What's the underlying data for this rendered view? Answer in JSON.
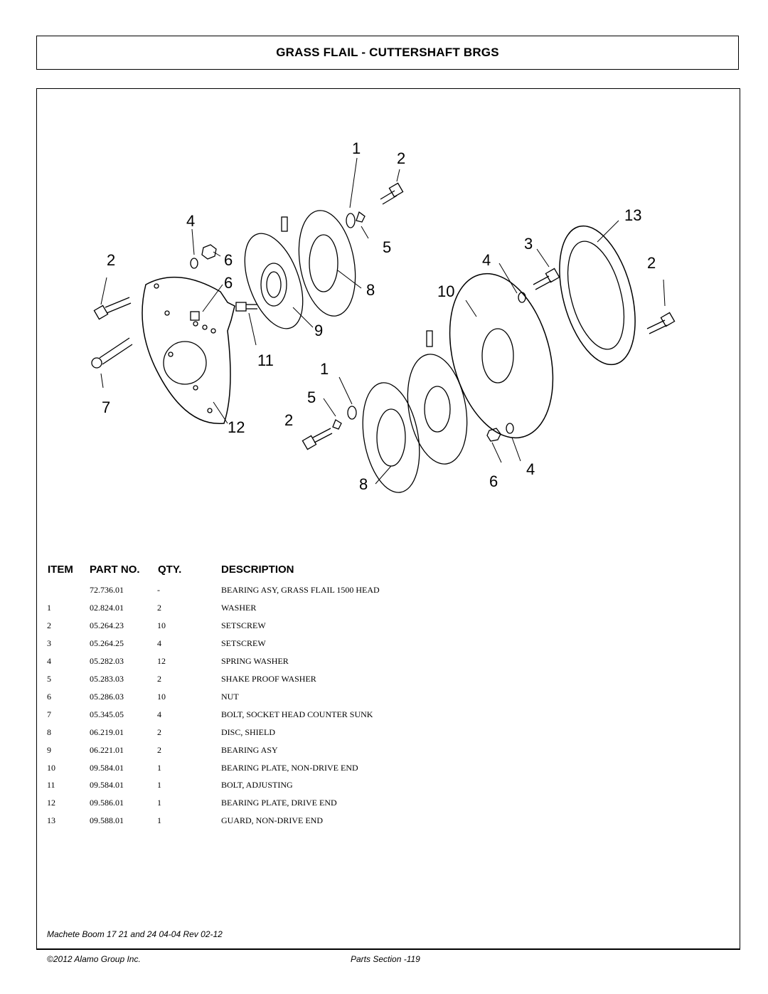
{
  "title": "GRASS FLAIL - CUTTERSHAFT BRGS",
  "callouts": {
    "c1a": "1",
    "c2a": "2",
    "c13": "13",
    "c4a": "4",
    "c5a": "5",
    "c3": "3",
    "c2b": "2",
    "c6a": "6",
    "c4b": "4",
    "c2c": "2",
    "c6b": "6",
    "c8a": "8",
    "c10": "10",
    "c9": "9",
    "c11": "11",
    "c1b": "1",
    "c7": "7",
    "c5b": "5",
    "c2d": "2",
    "c12": "12",
    "c8b": "8",
    "c6c": "6",
    "c4c": "4"
  },
  "table": {
    "headers": {
      "item": "ITEM",
      "part": "PART NO.",
      "qty": "QTY.",
      "desc": "DESCRIPTION"
    },
    "rows": [
      {
        "item": "",
        "part": "72.736.01",
        "qty": "-",
        "desc": "BEARING ASY, GRASS FLAIL 1500 HEAD"
      },
      {
        "item": "1",
        "part": "02.824.01",
        "qty": "2",
        "desc": "WASHER"
      },
      {
        "item": "2",
        "part": "05.264.23",
        "qty": "10",
        "desc": "SETSCREW"
      },
      {
        "item": "3",
        "part": "05.264.25",
        "qty": "4",
        "desc": "SETSCREW"
      },
      {
        "item": "4",
        "part": "05.282.03",
        "qty": "12",
        "desc": "SPRING WASHER"
      },
      {
        "item": "5",
        "part": "05.283.03",
        "qty": "2",
        "desc": "SHAKE PROOF WASHER"
      },
      {
        "item": "6",
        "part": "05.286.03",
        "qty": "10",
        "desc": "NUT"
      },
      {
        "item": "7",
        "part": "05.345.05",
        "qty": "4",
        "desc": "BOLT, SOCKET HEAD COUNTER SUNK"
      },
      {
        "item": "8",
        "part": "06.219.01",
        "qty": "2",
        "desc": "DISC, SHIELD"
      },
      {
        "item": "9",
        "part": "06.221.01",
        "qty": "2",
        "desc": "BEARING ASY"
      },
      {
        "item": "10",
        "part": "09.584.01",
        "qty": "1",
        "desc": "BEARING PLATE, NON-DRIVE END"
      },
      {
        "item": "11",
        "part": "09.584.01",
        "qty": "1",
        "desc": "BOLT, ADJUSTING"
      },
      {
        "item": "12",
        "part": "09.586.01",
        "qty": "1",
        "desc": "BEARING PLATE, DRIVE END"
      },
      {
        "item": "13",
        "part": "09.588.01",
        "qty": "1",
        "desc": "GUARD, NON-DRIVE END"
      }
    ]
  },
  "footer": {
    "manual": "Machete Boom 17 21 and 24 04-04 Rev 02-12",
    "copyright": "©2012 Alamo Group Inc.",
    "page": "Parts Section -119"
  }
}
